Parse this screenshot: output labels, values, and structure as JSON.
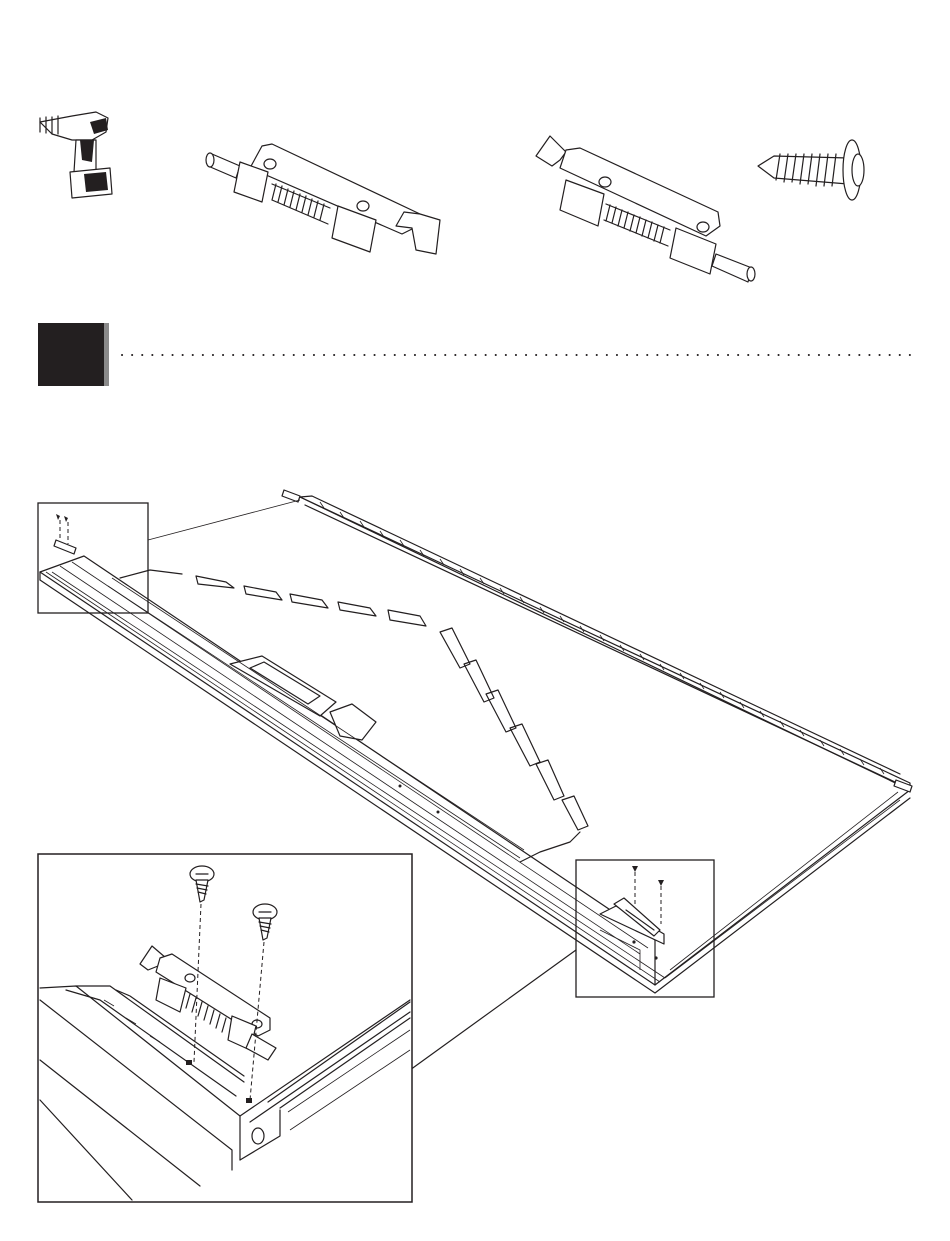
{
  "step": {
    "number": ""
  },
  "parts": [
    {
      "name": "drill-icon"
    },
    {
      "name": "latch-right"
    },
    {
      "name": "latch-left"
    },
    {
      "name": "screw"
    }
  ],
  "colors": {
    "ink": "#231f20",
    "badge": "#231f20",
    "badge_edge": "#8a8a8a",
    "paper": "#ffffff"
  }
}
